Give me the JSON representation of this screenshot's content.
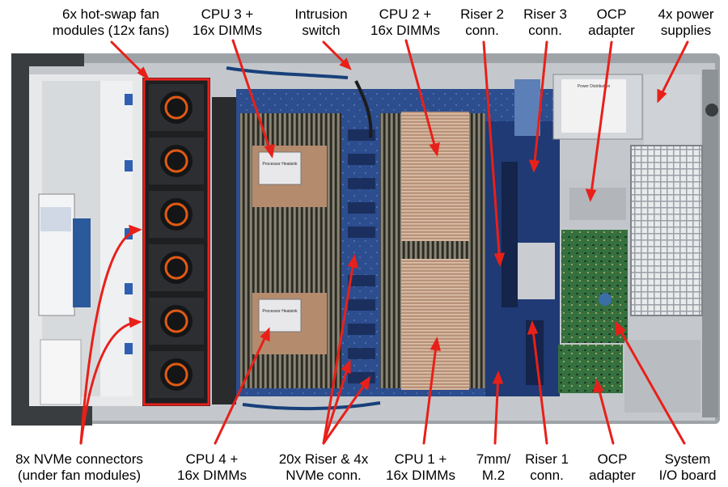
{
  "labels": {
    "fans": {
      "line1": "6x hot-swap fan",
      "line2": "modules (12x fans)"
    },
    "cpu3": {
      "line1": "CPU 3 +",
      "line2": "16x DIMMs"
    },
    "intrusion": {
      "line1": "Intrusion",
      "line2": "switch"
    },
    "cpu2": {
      "line1": "CPU 2 +",
      "line2": "16x DIMMs"
    },
    "riser2": {
      "line1": "Riser 2",
      "line2": "conn."
    },
    "riser3": {
      "line1": "Riser 3",
      "line2": "conn."
    },
    "ocp_top": {
      "line1": "OCP",
      "line2": "adapter"
    },
    "psu": {
      "line1": "4x power",
      "line2": "supplies"
    },
    "nvme": {
      "line1": "8x NVMe connectors",
      "line2": "(under fan modules)"
    },
    "cpu4": {
      "line1": "CPU 4 +",
      "line2": "16x DIMMs"
    },
    "riser_nvme": {
      "line1": "20x Riser & 4x",
      "line2": "NVMe conn."
    },
    "cpu1": {
      "line1": "CPU 1 +",
      "line2": "16x DIMMs"
    },
    "m2": {
      "line1": "7mm/",
      "line2": "M.2"
    },
    "riser1": {
      "line1": "Riser 1",
      "line2": "conn."
    },
    "ocp_bottom": {
      "line1": "OCP",
      "line2": "adapter"
    },
    "sysio": {
      "line1": "System",
      "line2": "I/O board"
    }
  },
  "colors": {
    "arrow": "#e8201a",
    "fan_highlight": "#e8201a",
    "motherboard": "#2a4a86",
    "chassis": "#b8bcc0",
    "heatsink": "#c9a98f",
    "ocp_board": "#2f6b3a"
  },
  "photo_labels": {
    "cpu_plate": "Processor Heatsink",
    "psu_sticker": "Power Distribution"
  }
}
